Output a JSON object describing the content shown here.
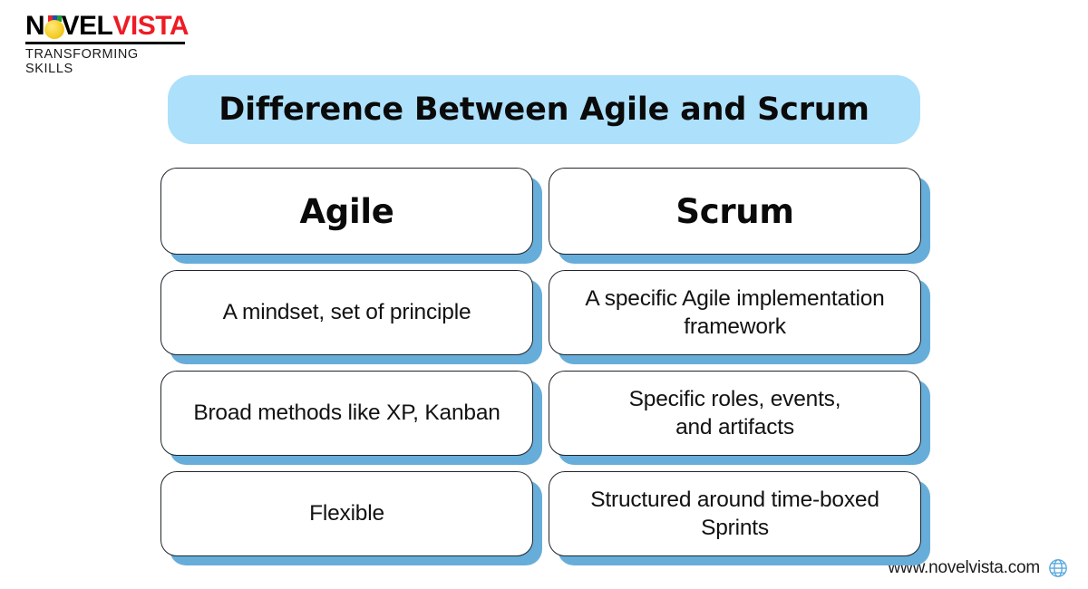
{
  "brand": {
    "name_part_1": "N",
    "name_part_2": "VEL",
    "name_part_3": "VISTA",
    "tagline": "TRANSFORMING SKILLS",
    "medal_icon": "medal-icon",
    "colors": {
      "brand_black": "#000000",
      "brand_red": "#ee1b24",
      "medal_gold": "#f5cf2c"
    }
  },
  "banner": {
    "title": "Difference Between Agile and Scrum",
    "background_color": "#ade0fa"
  },
  "comparison": {
    "headers": [
      {
        "label": "Agile"
      },
      {
        "label": "Scrum"
      }
    ],
    "rows": [
      {
        "agile": "A mindset, set of principle",
        "scrum": "A specific Agile implementation\nframework"
      },
      {
        "agile": "Broad methods like XP, Kanban",
        "scrum": "Specific roles, events,\nand artifacts"
      },
      {
        "agile": "Flexible",
        "scrum": "Structured around time-boxed\nSprints"
      }
    ],
    "card_shadow_color": "#66adda",
    "card_border_color": "#20262b"
  },
  "footer": {
    "website": "www.novelvista.com",
    "globe_icon": "globe-icon",
    "globe_color": "#5aa9dd"
  }
}
